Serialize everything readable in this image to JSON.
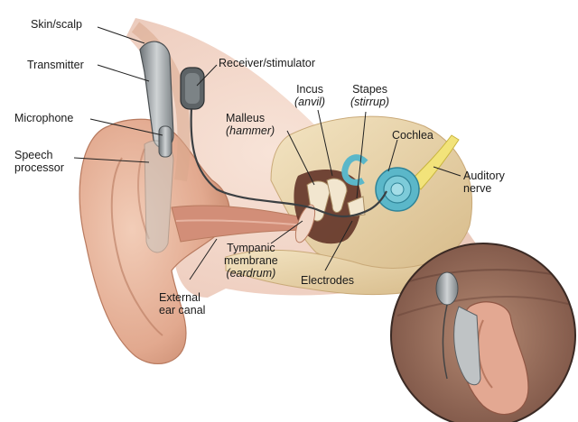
{
  "labels": {
    "skin_scalp": "Skin/scalp",
    "transmitter": "Transmitter",
    "microphone": "Microphone",
    "speech_processor_line1": "Speech",
    "speech_processor_line2": "processor",
    "receiver_stimulator": "Receiver/stimulator",
    "incus": "Incus",
    "incus_common": "(anvil)",
    "stapes": "Stapes",
    "stapes_common": "(stirrup)",
    "malleus": "Malleus",
    "malleus_common": "(hammer)",
    "cochlea": "Cochlea",
    "auditory_nerve_line1": "Auditory",
    "auditory_nerve_line2": "nerve",
    "tympanic_line1": "Tympanic",
    "tympanic_line2": "membrane",
    "tympanic_common": "(eardrum)",
    "electrodes": "Electrodes",
    "external_canal_line1": "External",
    "external_canal_line2": "ear canal"
  },
  "colors": {
    "skin": "#e8b9a2",
    "skin_dark": "#c98b70",
    "ear_canal": "#d89b86",
    "bone": "#ecd9b0",
    "bone_dark": "#c9a978",
    "cochlea": "#5bb7c9",
    "nerve": "#f2e37a",
    "device": "#9aa0a3",
    "leader": "#222222"
  }
}
